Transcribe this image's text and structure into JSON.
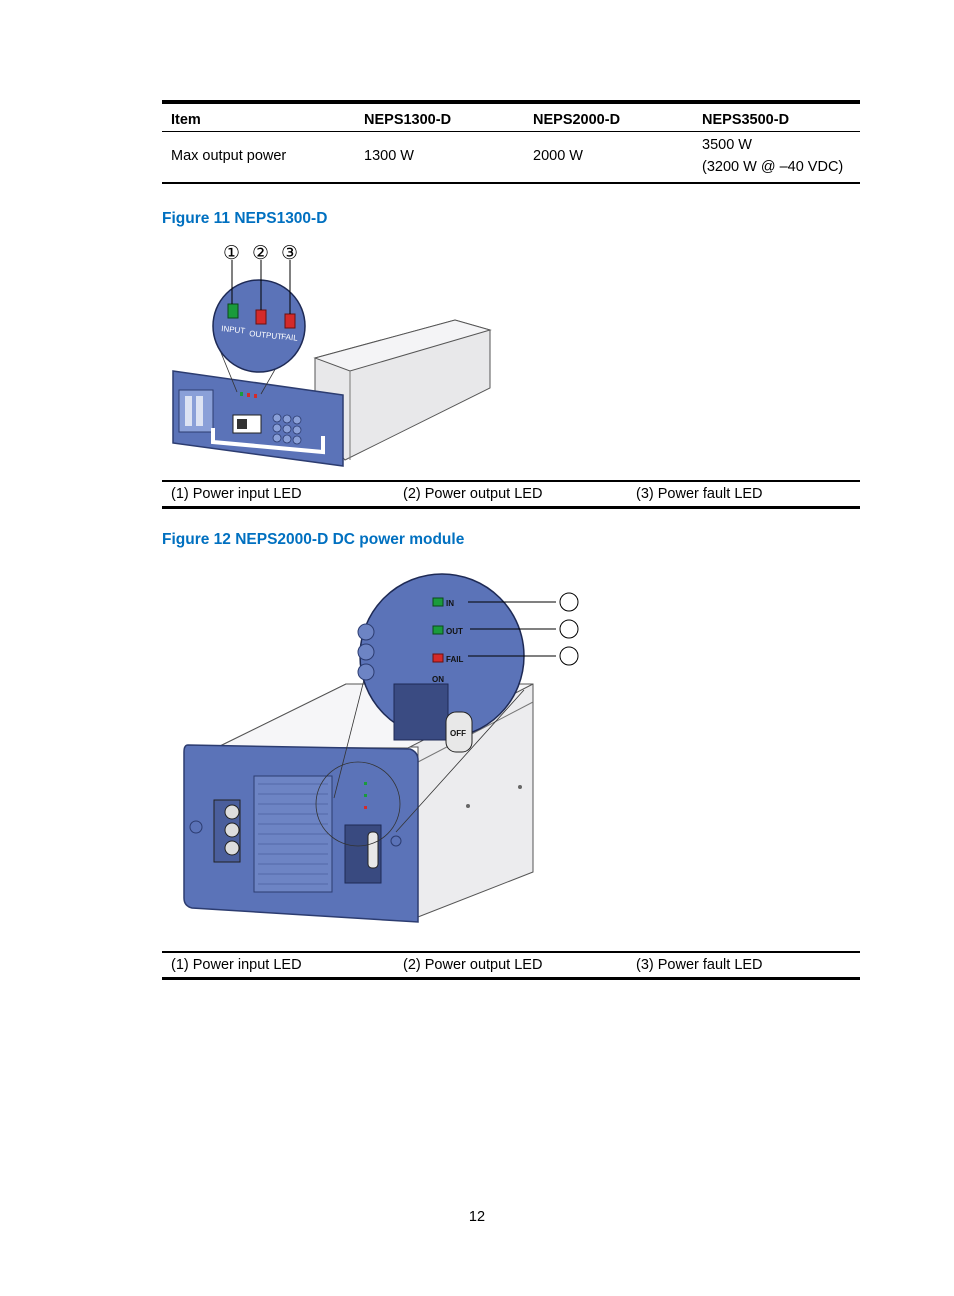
{
  "spec_table": {
    "headers": [
      "Item",
      "NEPS1300-D",
      "NEPS2000-D",
      "NEPS3500-D"
    ],
    "row": {
      "item": "Max output power",
      "neps1300": "1300 W",
      "neps2000": "2000 W",
      "neps3500_line1": "3500 W",
      "neps3500_line2": "(3200 W @ –40 VDC)"
    }
  },
  "figure11": {
    "title": "Figure 11 NEPS1300-D",
    "callouts": [
      "①",
      "②",
      "③"
    ],
    "zoom_led_labels": [
      "INPUT",
      "OUTPUT",
      "FAIL"
    ],
    "legend": [
      "(1) Power input LED",
      "(2) Power output LED",
      "(3) Power fault LED"
    ]
  },
  "figure12": {
    "title": "Figure 12 NEPS2000-D DC power module",
    "zoom_led_labels": [
      "IN",
      "OUT",
      "FAIL"
    ],
    "switch_labels": [
      "ON",
      "OFF"
    ],
    "legend": [
      "(1) Power input LED",
      "(2) Power output LED",
      "(3) Power fault LED"
    ]
  },
  "page_number": "12",
  "colors": {
    "figure_title": "#0070c0",
    "panel_blue": "#5b73b8",
    "led_green": "#1a9b3c",
    "led_red": "#d42a2a"
  }
}
